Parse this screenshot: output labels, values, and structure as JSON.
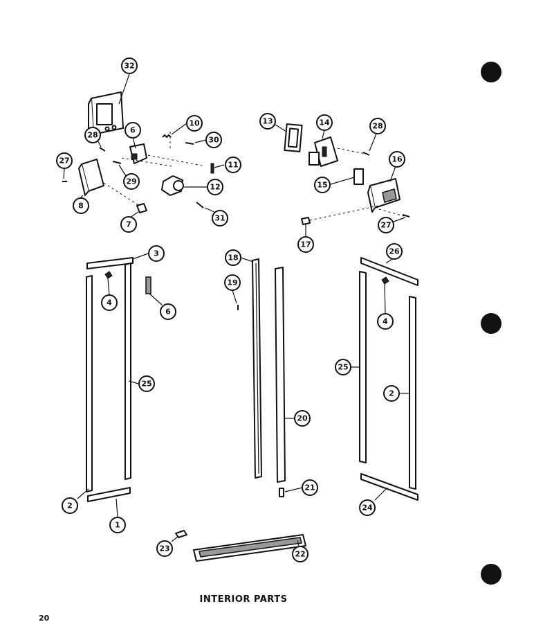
{
  "caption": "INTERIOR PARTS",
  "page_number": "20",
  "callouts": {
    "c1": "1",
    "c2a": "2",
    "c2b": "2",
    "c3": "3",
    "c4a": "4",
    "c4b": "4",
    "c6a": "6",
    "c6b": "6",
    "c7": "7",
    "c8": "8",
    "c10": "10",
    "c11": "11",
    "c12": "12",
    "c13": "13",
    "c14": "14",
    "c15": "15",
    "c16": "16",
    "c17": "17",
    "c18": "18",
    "c19": "19",
    "c20": "20",
    "c21": "21",
    "c22": "22",
    "c23": "23",
    "c24": "24",
    "c25a": "25",
    "c25b": "25",
    "c26": "26",
    "c27a": "27",
    "c27b": "27",
    "c28a": "28",
    "c28b": "28",
    "c29": "29",
    "c30": "30",
    "c31": "31",
    "c32": "32"
  }
}
